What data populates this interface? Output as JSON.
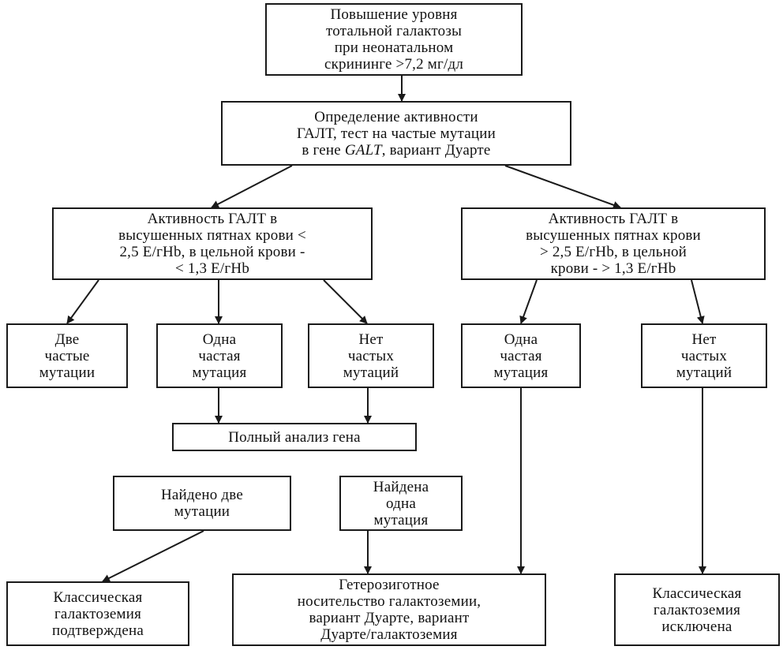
{
  "title": "",
  "colors": {
    "stroke": "#1a1a1a",
    "background": "#ffffff",
    "text": "#111111"
  },
  "nodes": [
    {
      "id": "n1",
      "lines": [
        "Повышение уровня",
        "тотальной галактозы",
        "при неонатальном",
        "скрининге >7,2 мг/дл"
      ]
    },
    {
      "id": "n2",
      "lines": [
        "Определение активности",
        "ГАЛТ, тест на частые мутации",
        "в гене ",
        "GALT",
        ", вариант Дуарте"
      ]
    },
    {
      "id": "n3",
      "lines": [
        "Активность ГАЛТ в",
        "высушенных пятнах крови <",
        "2,5 Е/гHb, в цельной крови -",
        "< 1,3 Е/гHb"
      ]
    },
    {
      "id": "n4",
      "lines": [
        "Активность ГАЛТ в",
        "высушенных пятнах крови",
        "> 2,5 Е/гHb, в цельной",
        "крови - > 1,3 Е/гHb"
      ]
    },
    {
      "id": "n5",
      "lines": [
        "Две",
        "частые",
        "мутации"
      ]
    },
    {
      "id": "n6",
      "lines": [
        "Одна",
        "частая",
        "мутация"
      ]
    },
    {
      "id": "n7",
      "lines": [
        "Нет",
        "частых",
        "мутаций"
      ]
    },
    {
      "id": "n8",
      "lines": [
        "Одна",
        "частая",
        "мутация"
      ]
    },
    {
      "id": "n9",
      "lines": [
        "Нет",
        "частых",
        "мутаций"
      ]
    },
    {
      "id": "n10",
      "lines": [
        "Полный анализ гена"
      ]
    },
    {
      "id": "n11",
      "lines": [
        "Найдено две",
        "мутации"
      ]
    },
    {
      "id": "n12",
      "lines": [
        "Найдена",
        "одна",
        "мутация"
      ]
    },
    {
      "id": "n13",
      "lines": [
        "Классическая",
        "галактоземия",
        "подтверждена"
      ]
    },
    {
      "id": "n14",
      "lines": [
        "Гетерозиготное",
        "носительство галактоземии,",
        "вариант Дуарте, вариант",
        "Дуарте/галактоземия"
      ]
    },
    {
      "id": "n15",
      "lines": [
        "Классическая",
        "галактоземия",
        "исключена"
      ]
    }
  ],
  "edges": [
    {
      "from": "n1",
      "to": "n2"
    },
    {
      "from": "n2",
      "to": "n3"
    },
    {
      "from": "n2",
      "to": "n4"
    },
    {
      "from": "n3",
      "to": "n5"
    },
    {
      "from": "n3",
      "to": "n6"
    },
    {
      "from": "n3",
      "to": "n7"
    },
    {
      "from": "n4",
      "to": "n8"
    },
    {
      "from": "n4",
      "to": "n9"
    },
    {
      "from": "n6",
      "to": "n10"
    },
    {
      "from": "n7",
      "to": "n10"
    },
    {
      "from": "n11",
      "to": "n13"
    },
    {
      "from": "n12",
      "to": "n14"
    },
    {
      "from": "n8",
      "to": "n14"
    },
    {
      "from": "n9",
      "to": "n15"
    }
  ]
}
